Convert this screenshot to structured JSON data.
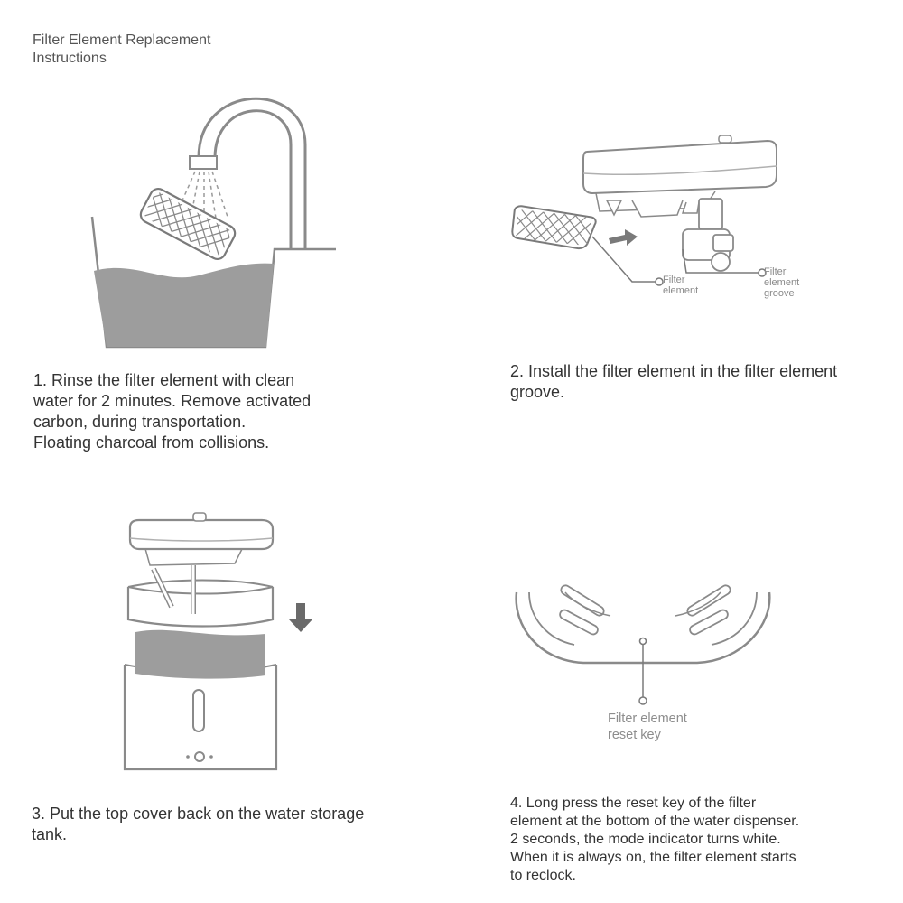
{
  "document": {
    "title": "Filter Element Replacement\nInstructions"
  },
  "steps": [
    {
      "text": "1. Rinse the filter element with clean\nwater for 2 minutes. Remove activated\ncarbon, during transportation.\nFloating charcoal from collisions."
    },
    {
      "text": "2. Install the filter element in the filter element\ngroove."
    },
    {
      "text": "3. Put the top cover back on the water storage\ntank."
    },
    {
      "text": "4. Long press the reset key of the filter\nelement at the bottom of the water dispenser.\n2 seconds, the mode indicator turns white.\nWhen it is always on, the filter element starts\nto reclock."
    }
  ],
  "callouts": {
    "filter_element": "Filter\nelement",
    "filter_element_groove": "Filter\nelement\ngroove",
    "filter_element_reset_key": "Filter element\nreset key"
  },
  "colors": {
    "line": "#8a8a8a",
    "water": "#9d9d9d",
    "text": "#333333"
  }
}
